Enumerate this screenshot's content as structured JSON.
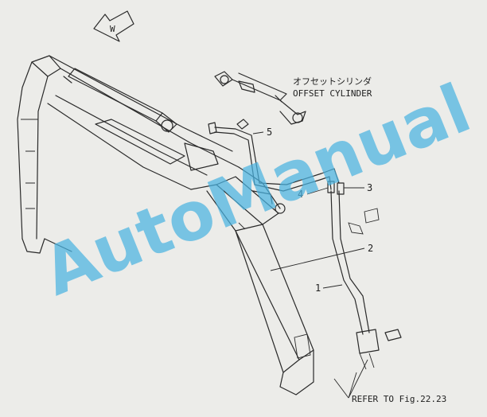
{
  "title": {
    "ja": "オフセットシリンダ",
    "en": "OFFSET CYLINDER"
  },
  "callouts": [
    {
      "id": "1",
      "text": "1"
    },
    {
      "id": "2",
      "text": "2"
    },
    {
      "id": "3",
      "text": "3"
    },
    {
      "id": "4",
      "text": "4"
    },
    {
      "id": "5",
      "text": "5"
    }
  ],
  "reference_note": "REFER TO Fig.22.23",
  "watermark": "AutoManual",
  "compass_letter": "W"
}
